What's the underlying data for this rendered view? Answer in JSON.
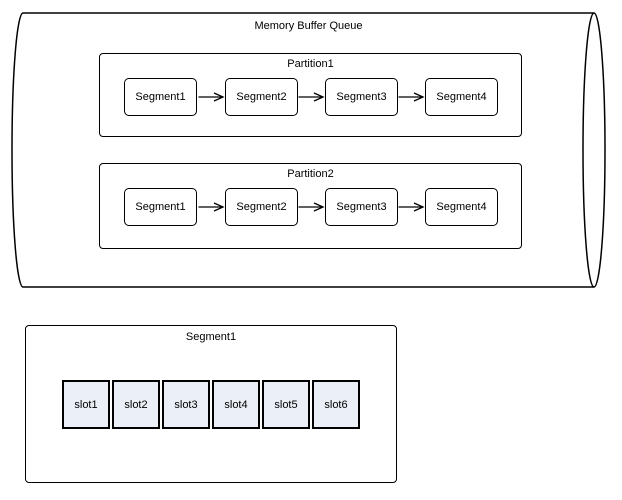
{
  "queue": {
    "title": "Memory Buffer Queue",
    "partitions": [
      {
        "label": "Partition1",
        "segments": [
          "Segment1",
          "Segment2",
          "Segment3",
          "Segment4"
        ]
      },
      {
        "label": "Partition2",
        "segments": [
          "Segment1",
          "Segment2",
          "Segment3",
          "Segment4"
        ]
      }
    ]
  },
  "segment_detail": {
    "title": "Segment1",
    "slots": [
      "slot1",
      "slot2",
      "slot3",
      "slot4",
      "slot5",
      "slot6"
    ]
  },
  "style": {
    "stroke_color": "#000000",
    "slot_fill_color": "#ebeff7",
    "background_color": "#ffffff"
  }
}
